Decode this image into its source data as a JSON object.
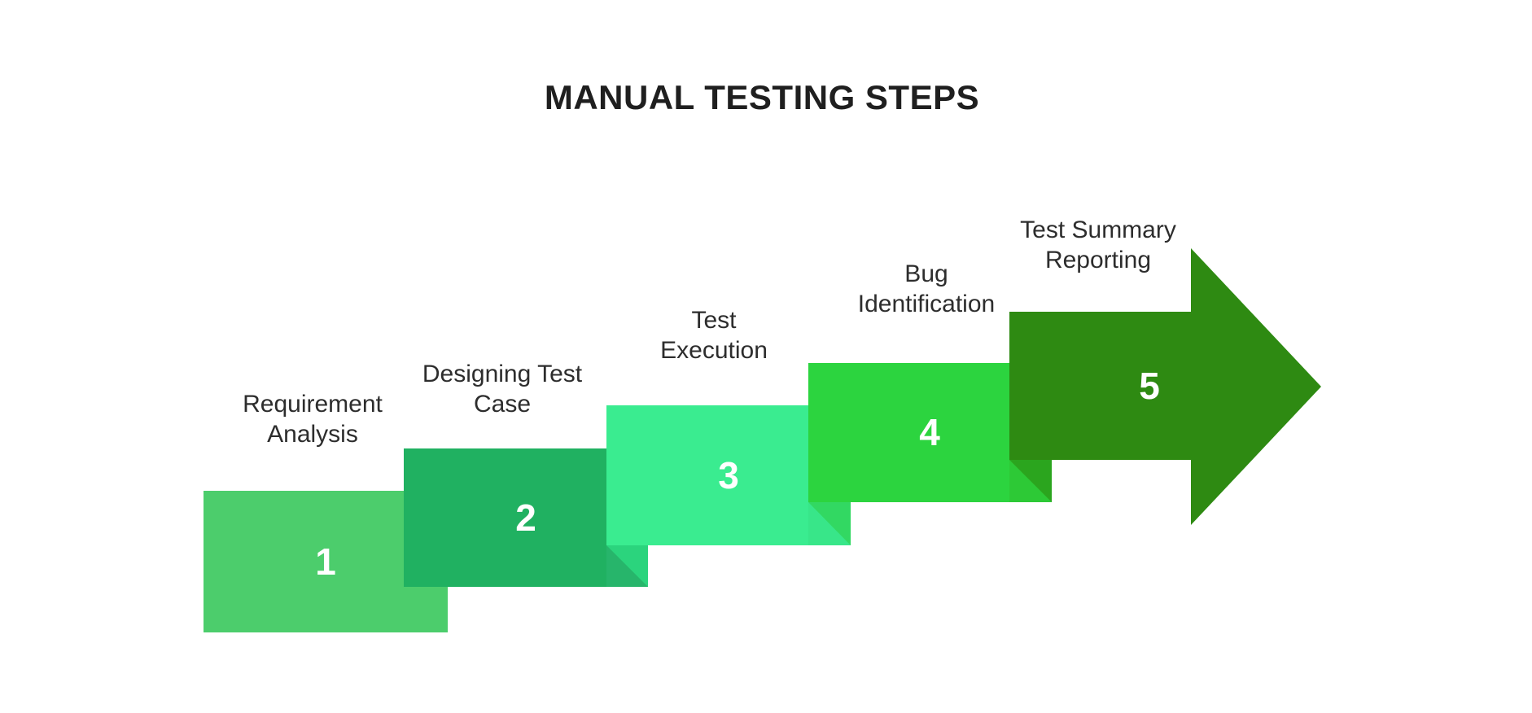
{
  "title": "MANUAL TESTING STEPS",
  "colors": {
    "background": "#ffffff",
    "title_text": "#1f1f1f",
    "label_text": "#2d2d2d",
    "number_text": "#ffffff"
  },
  "steps": [
    {
      "number": "1",
      "label": "Requirement Analysis",
      "lines": [
        "Requirement",
        "Analysis"
      ],
      "color": "#4ccd6c"
    },
    {
      "number": "2",
      "label": "Designing Test Case",
      "lines": [
        "Designing Test",
        "Case"
      ],
      "color": "#20b161",
      "fold_under_next": {
        "upper": "#2bd47d",
        "lower": "#27b56b"
      }
    },
    {
      "number": "3",
      "label": "Test Execution",
      "lines": [
        "Test",
        "Execution"
      ],
      "color": "#3aec90",
      "fold_under_next": {
        "upper": "#32d862",
        "lower": "#38e689"
      }
    },
    {
      "number": "4",
      "label": "Bug Identification",
      "lines": [
        "Bug",
        "Identification"
      ],
      "color": "#2cd43f",
      "fold_under_next": {
        "upper": "#2ba51e",
        "lower": "#2dc936"
      }
    },
    {
      "number": "5",
      "label": "Test Summary Reporting",
      "lines": [
        "Test Summary",
        "Reporting"
      ],
      "color": "#2e8a12",
      "shape": "arrow"
    }
  ]
}
